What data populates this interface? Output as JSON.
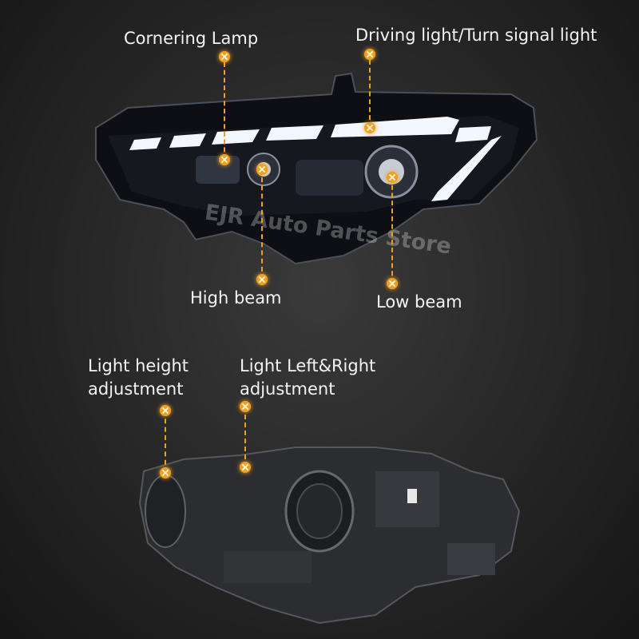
{
  "callouts": {
    "cornering_lamp": "Cornering Lamp",
    "driving_light": "Driving light/Turn signal light",
    "high_beam": "High beam",
    "low_beam": "Low beam",
    "light_height_line1": "Light height",
    "light_height_line2": "adjustment",
    "light_lr_line1": "Light Left&Right",
    "light_lr_line2": "adjustment"
  },
  "watermark": "EJR Auto Parts Store",
  "colors": {
    "accent": "#f0a020",
    "background": "#262626"
  }
}
